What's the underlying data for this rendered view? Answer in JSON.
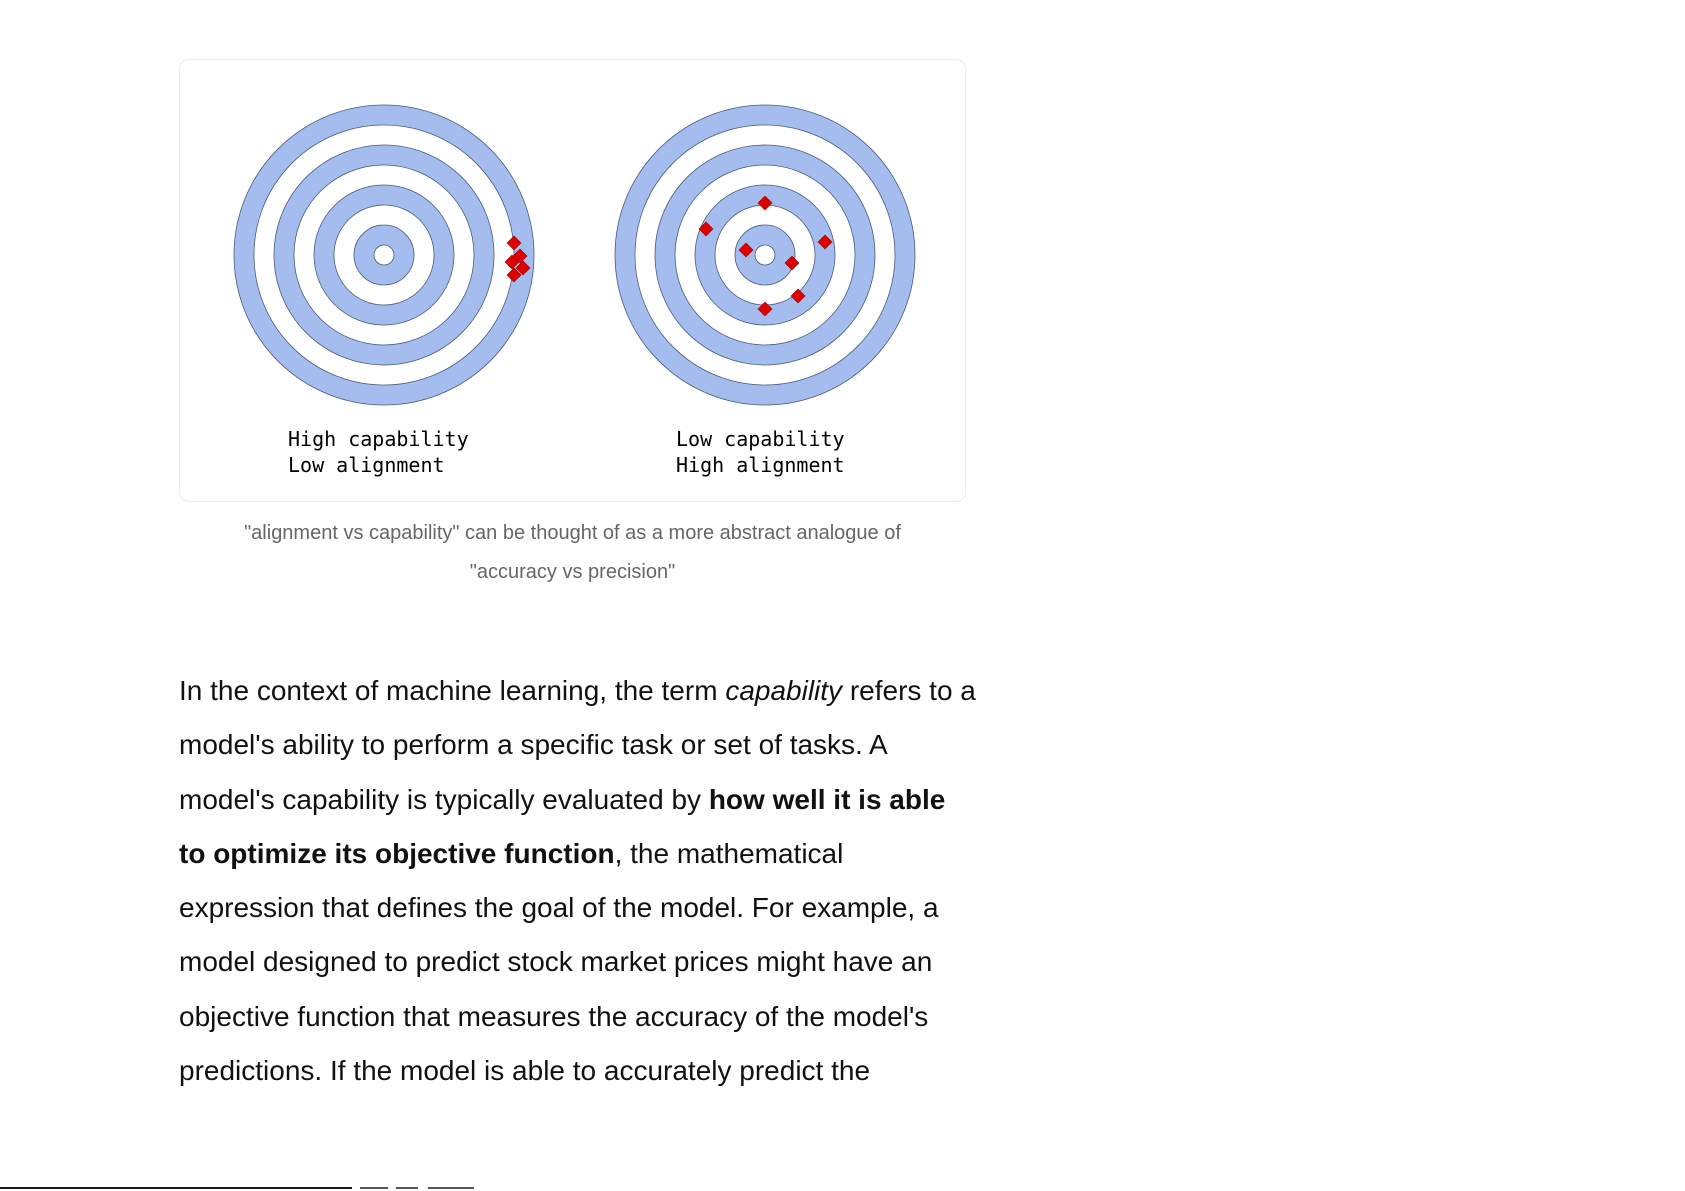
{
  "figure": {
    "targets": [
      {
        "label_line1": "High capability",
        "label_line2": "Low alignment",
        "hit_spread": "tight-cluster-off-center"
      },
      {
        "label_line1": "Low capability",
        "label_line2": "High alignment",
        "hit_spread": "scattered-around-center"
      }
    ],
    "colors": {
      "ring_fill": "#a4bdee",
      "ring_stroke": "#4a5a7a",
      "marker": "#e00000"
    }
  },
  "caption": {
    "line1": "\"alignment vs capability\" can be thought of as a more abstract analogue of",
    "line2": "\"accuracy vs precision\""
  },
  "article": {
    "seg1": "In the context of machine learning, the term ",
    "seg2_italic": "capability",
    "seg3": " refers to a model's ability to perform a specific task or set of tasks. A model's capability is typically evaluated by ",
    "seg4_bold": "how well it is able to optimize its objective function",
    "seg5": ", the mathematical expression that defines the goal of the model. For example, a model designed to predict stock market prices might have an objective function that measures the accuracy of the model's predictions. If the model is able to accurately predict the"
  }
}
